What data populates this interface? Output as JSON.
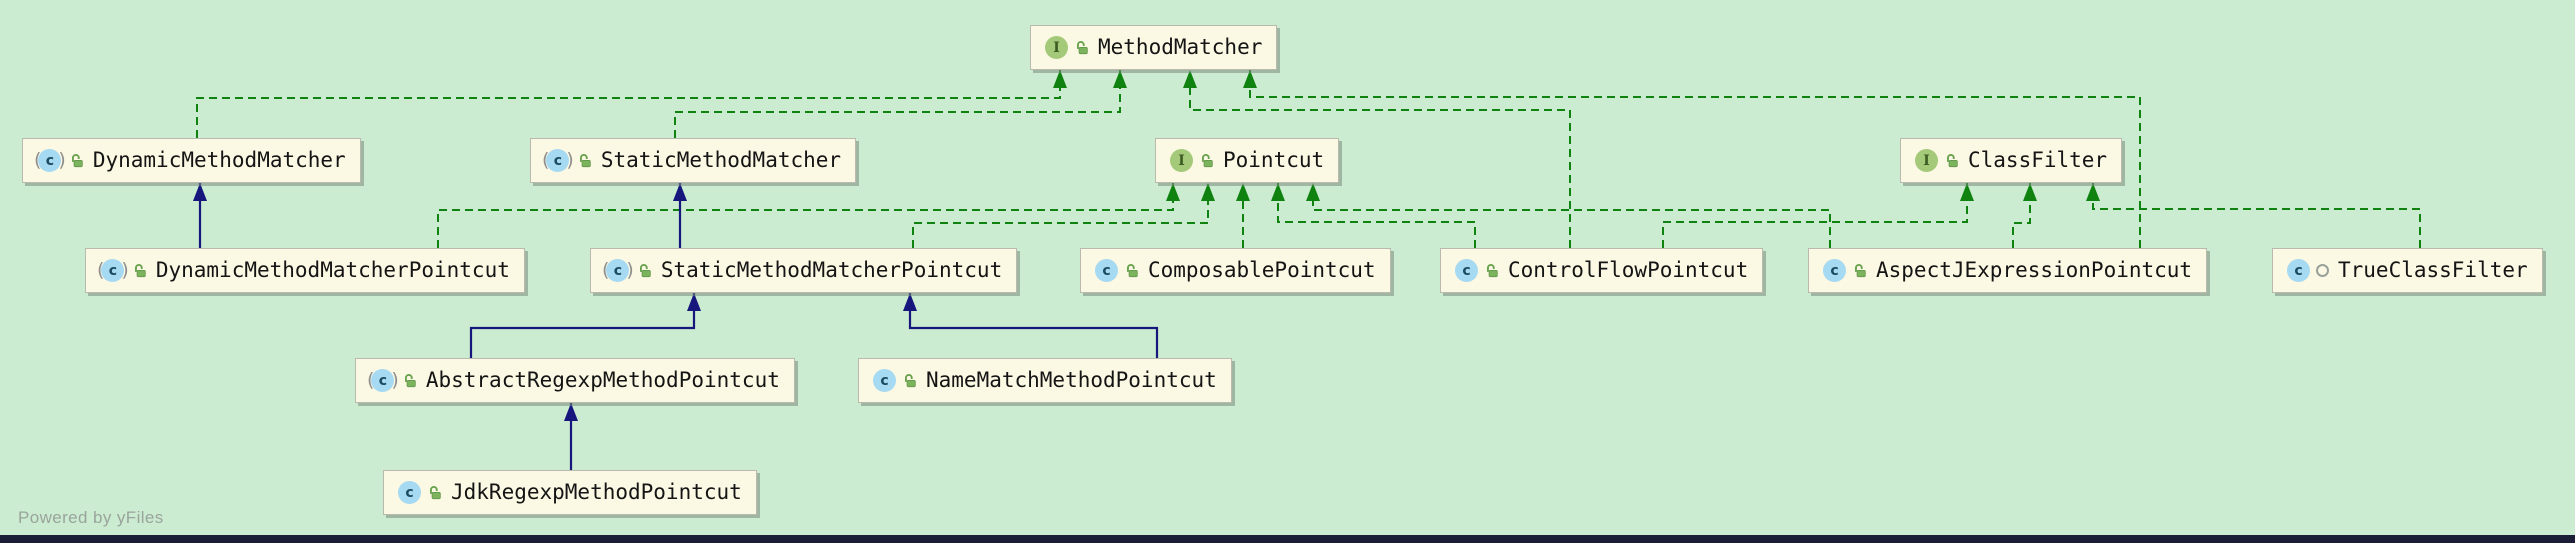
{
  "diagram": {
    "watermark": "Powered by yFiles",
    "colors": {
      "background": "#cbecd1",
      "node_fill": "#fbf8e3",
      "implements_edge": "#0f820f",
      "extends_edge": "#16167d",
      "interface_badge": "#a3c979",
      "class_badge": "#a6d9f2"
    },
    "nodes": [
      {
        "id": "MethodMatcher",
        "label": "MethodMatcher",
        "kind": "interface",
        "visibility": "public"
      },
      {
        "id": "DynamicMethodMatcher",
        "label": "DynamicMethodMatcher",
        "kind": "abstract-class",
        "visibility": "public"
      },
      {
        "id": "StaticMethodMatcher",
        "label": "StaticMethodMatcher",
        "kind": "abstract-class",
        "visibility": "public"
      },
      {
        "id": "Pointcut",
        "label": "Pointcut",
        "kind": "interface",
        "visibility": "public"
      },
      {
        "id": "ClassFilter",
        "label": "ClassFilter",
        "kind": "interface",
        "visibility": "public"
      },
      {
        "id": "DynamicMethodMatcherPointcut",
        "label": "DynamicMethodMatcherPointcut",
        "kind": "abstract-class",
        "visibility": "public"
      },
      {
        "id": "StaticMethodMatcherPointcut",
        "label": "StaticMethodMatcherPointcut",
        "kind": "abstract-class",
        "visibility": "public"
      },
      {
        "id": "ComposablePointcut",
        "label": "ComposablePointcut",
        "kind": "class",
        "visibility": "public"
      },
      {
        "id": "ControlFlowPointcut",
        "label": "ControlFlowPointcut",
        "kind": "class",
        "visibility": "public"
      },
      {
        "id": "AspectJExpressionPointcut",
        "label": "AspectJExpressionPointcut",
        "kind": "class",
        "visibility": "public"
      },
      {
        "id": "TrueClassFilter",
        "label": "TrueClassFilter",
        "kind": "class",
        "visibility": "package"
      },
      {
        "id": "AbstractRegexpMethodPointcut",
        "label": "AbstractRegexpMethodPointcut",
        "kind": "abstract-class",
        "visibility": "public"
      },
      {
        "id": "NameMatchMethodPointcut",
        "label": "NameMatchMethodPointcut",
        "kind": "class",
        "visibility": "public"
      },
      {
        "id": "JdkRegexpMethodPointcut",
        "label": "JdkRegexpMethodPointcut",
        "kind": "class",
        "visibility": "public"
      }
    ],
    "edges": [
      {
        "from": "DynamicMethodMatcher",
        "to": "MethodMatcher",
        "type": "implements"
      },
      {
        "from": "StaticMethodMatcher",
        "to": "MethodMatcher",
        "type": "implements"
      },
      {
        "from": "ControlFlowPointcut",
        "to": "MethodMatcher",
        "type": "implements"
      },
      {
        "from": "AspectJExpressionPointcut",
        "to": "MethodMatcher",
        "type": "implements"
      },
      {
        "from": "DynamicMethodMatcherPointcut",
        "to": "Pointcut",
        "type": "implements"
      },
      {
        "from": "StaticMethodMatcherPointcut",
        "to": "Pointcut",
        "type": "implements"
      },
      {
        "from": "ComposablePointcut",
        "to": "Pointcut",
        "type": "implements"
      },
      {
        "from": "ControlFlowPointcut",
        "to": "Pointcut",
        "type": "implements"
      },
      {
        "from": "AspectJExpressionPointcut",
        "to": "Pointcut",
        "type": "implements"
      },
      {
        "from": "ControlFlowPointcut",
        "to": "ClassFilter",
        "type": "implements"
      },
      {
        "from": "AspectJExpressionPointcut",
        "to": "ClassFilter",
        "type": "implements"
      },
      {
        "from": "TrueClassFilter",
        "to": "ClassFilter",
        "type": "implements"
      },
      {
        "from": "DynamicMethodMatcherPointcut",
        "to": "DynamicMethodMatcher",
        "type": "extends"
      },
      {
        "from": "StaticMethodMatcherPointcut",
        "to": "StaticMethodMatcher",
        "type": "extends"
      },
      {
        "from": "AbstractRegexpMethodPointcut",
        "to": "StaticMethodMatcherPointcut",
        "type": "extends"
      },
      {
        "from": "NameMatchMethodPointcut",
        "to": "StaticMethodMatcherPointcut",
        "type": "extends"
      },
      {
        "from": "JdkRegexpMethodPointcut",
        "to": "AbstractRegexpMethodPointcut",
        "type": "extends"
      }
    ]
  }
}
